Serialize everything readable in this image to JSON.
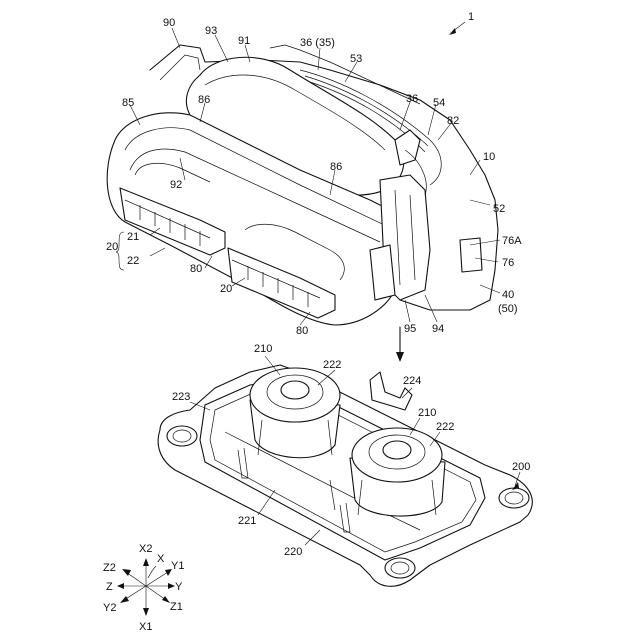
{
  "labels": {
    "fig": "1",
    "l90": "90",
    "l93": "93",
    "l91": "91",
    "l36_35": "36 (35)",
    "l53": "53",
    "l36": "36",
    "l54": "54",
    "l82": "82",
    "l10": "10",
    "l85": "85",
    "l86a": "86",
    "l86b": "86",
    "l92": "92",
    "l52": "52",
    "l76A": "76A",
    "l76": "76",
    "l20grp": "20",
    "l21": "21",
    "l22": "22",
    "l80a": "80",
    "l20": "20",
    "l40": "40",
    "l50": "(50)",
    "l80b": "80",
    "l95": "95",
    "l94": "94",
    "l210a": "210",
    "l222a": "222",
    "l224": "224",
    "l223": "223",
    "l210b": "210",
    "l222b": "222",
    "l200": "200",
    "l221": "221",
    "l220": "220"
  },
  "axes": {
    "X2": "X2",
    "X": "X",
    "Z2": "Z2",
    "Y1": "Y1",
    "Z": "Z",
    "Y": "Y",
    "Y2": "Y2",
    "Z1": "Z1",
    "X1": "X1"
  }
}
